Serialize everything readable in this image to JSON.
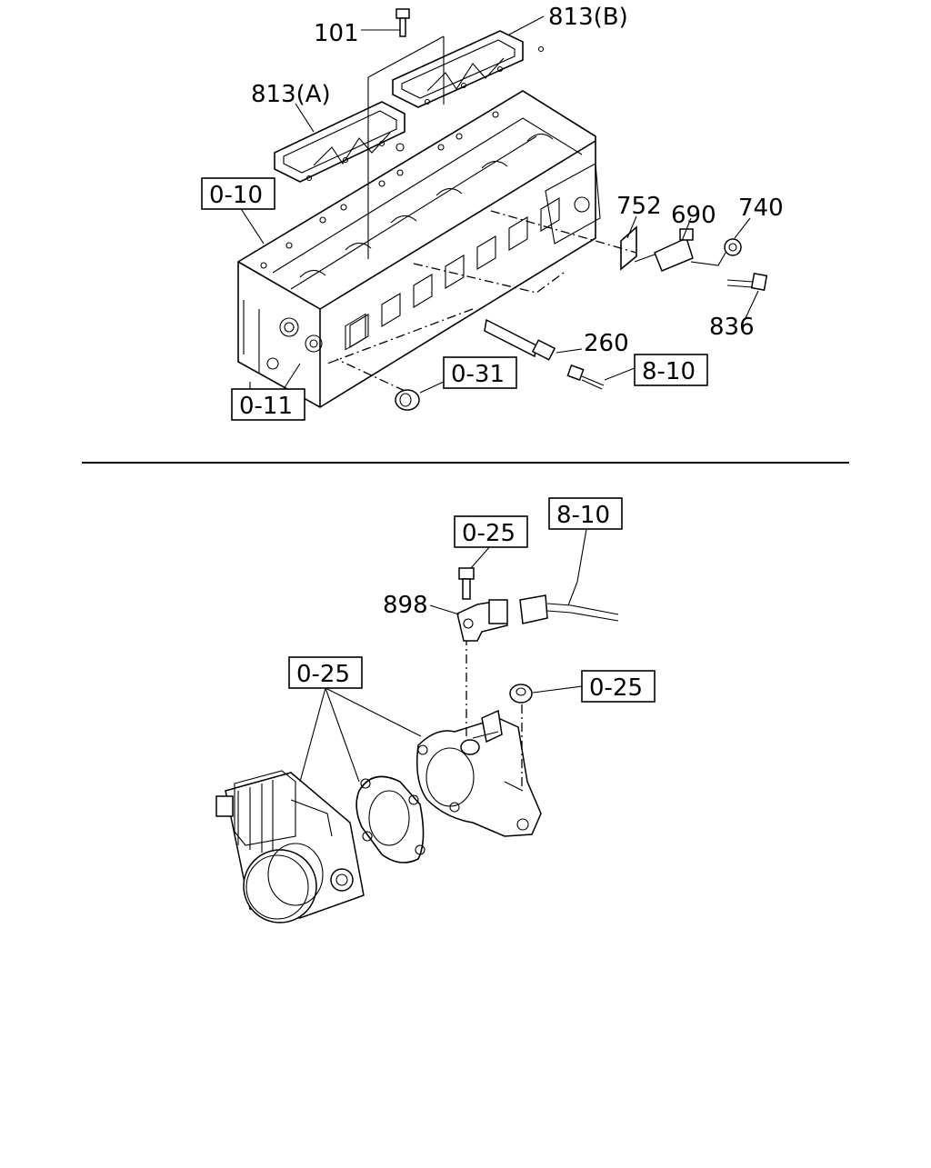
{
  "upper_labels": {
    "bolt_101": "101",
    "gasket_813b": "813(B)",
    "gasket_813a": "813(A)",
    "ref_010": "0-10",
    "seal_752": "752",
    "sensor_690": "690",
    "nut_740": "740",
    "bolt_836": "836",
    "glow_260": "260",
    "ref_031": "0-31",
    "ref_810": "8-10",
    "ref_011": "0-11"
  },
  "lower_labels": {
    "ref_025_bolt": "0-25",
    "ref_810_harness": "8-10",
    "sensor_898": "898",
    "ref_025_throttle": "0-25",
    "ref_025_nut": "0-25"
  }
}
